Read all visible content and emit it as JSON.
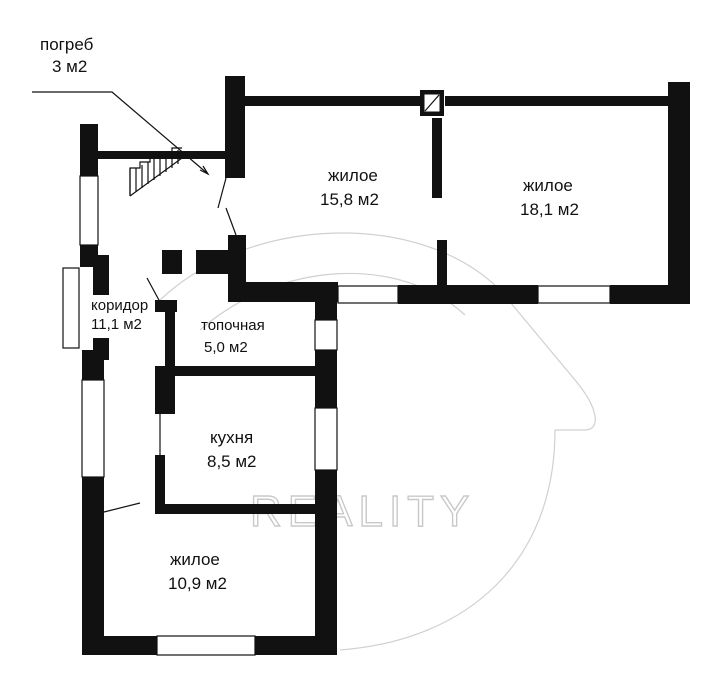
{
  "rooms": {
    "cellar": {
      "name": "погреб",
      "area": "3 м2"
    },
    "living_center": {
      "name": "жилое",
      "area": "15,8 м2"
    },
    "living_right": {
      "name": "жилое",
      "area": "18,1 м2"
    },
    "corridor": {
      "name": "коридор",
      "area": "11,1 м2"
    },
    "boiler": {
      "name": "топочная",
      "area": "5,0 м2"
    },
    "kitchen": {
      "name": "кухня",
      "area": "8,5 м2"
    },
    "living_bottom": {
      "name": "жилое",
      "area": "10,9 м2"
    }
  },
  "watermark": {
    "text": "REALITY"
  },
  "colors": {
    "wall": "#111111",
    "watermark": "#c9c9c9",
    "background": "#ffffff"
  }
}
